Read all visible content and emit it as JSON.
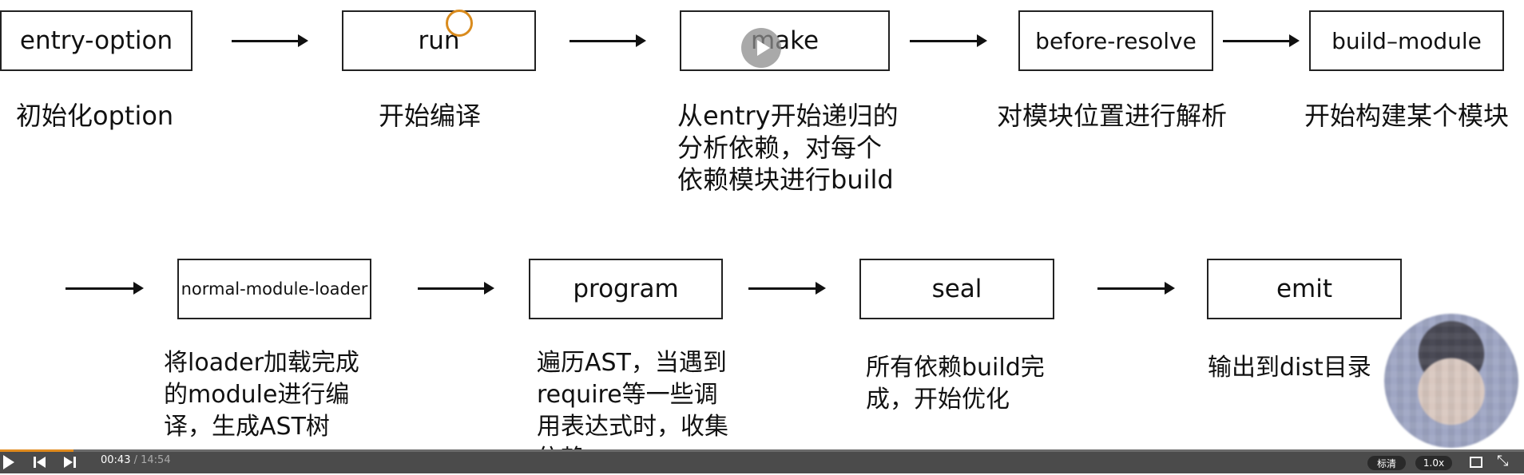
{
  "row1": {
    "boxes": [
      "entry-option",
      "run",
      "make",
      "before-resolve",
      "build–module"
    ],
    "descs": [
      "初始化option",
      "开始编译",
      "从entry开始递归的\n分析依赖，对每个\n依赖模块进行build",
      "对模块位置进行解析",
      "开始构建某个模块"
    ]
  },
  "row2": {
    "boxes": [
      "normal-module-loader",
      "program",
      "seal",
      "emit"
    ],
    "descs": [
      "将loader加载完成\n的module进行编\n译，生成AST树",
      "遍历AST，当遇到\nrequire等一些调\n用表达式时，收集\n依赖",
      "所有依赖build完\n成，开始优化",
      "输出到dist目录"
    ]
  },
  "player": {
    "current_time": "00:43",
    "separator": " / ",
    "duration": "14:54",
    "progress_fraction": 0.048,
    "quality_label": "标清",
    "speed_label": "1.0x",
    "accent_color": "#e08a1c"
  },
  "icons": [
    "play-icon",
    "prev-icon",
    "next-icon",
    "pip-icon",
    "fullscreen-icon",
    "play-overlay-icon"
  ]
}
